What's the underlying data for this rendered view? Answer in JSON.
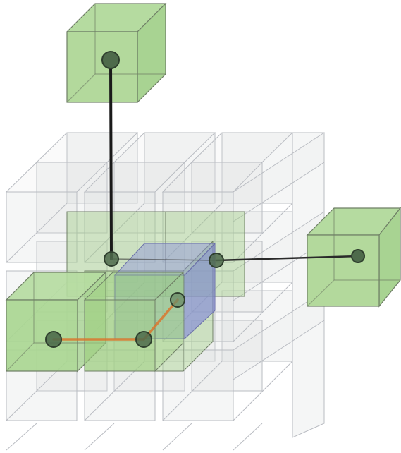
{
  "colors": {
    "background": "#ffffff",
    "grid_cube_face": "#dcdde0",
    "grid_cube_edge": "#b9bcc2",
    "selected_cube_face": "#9fd07f",
    "selected_cube_edge": "#6f7f66",
    "center_cube_face": "#7d82d8",
    "node_fill": "#4e6a4b",
    "node_edge": "#2f3f2e",
    "link_dark": "#1a1a1a",
    "link_orange": "#d9772e"
  },
  "diagram": {
    "grid_size": [
      3,
      3,
      3
    ],
    "highlighted_cells": [
      "center",
      "top-external",
      "right-external",
      "left-front-external",
      "front-neighbor"
    ],
    "links": [
      {
        "from": "top-external",
        "to": "center-upper-left",
        "style": "dark"
      },
      {
        "from": "center-upper-right",
        "to": "right-external",
        "style": "dark"
      },
      {
        "from": "left-front-external",
        "to": "front-lower",
        "style": "orange"
      },
      {
        "from": "front-lower",
        "to": "center-back",
        "style": "orange"
      }
    ]
  }
}
